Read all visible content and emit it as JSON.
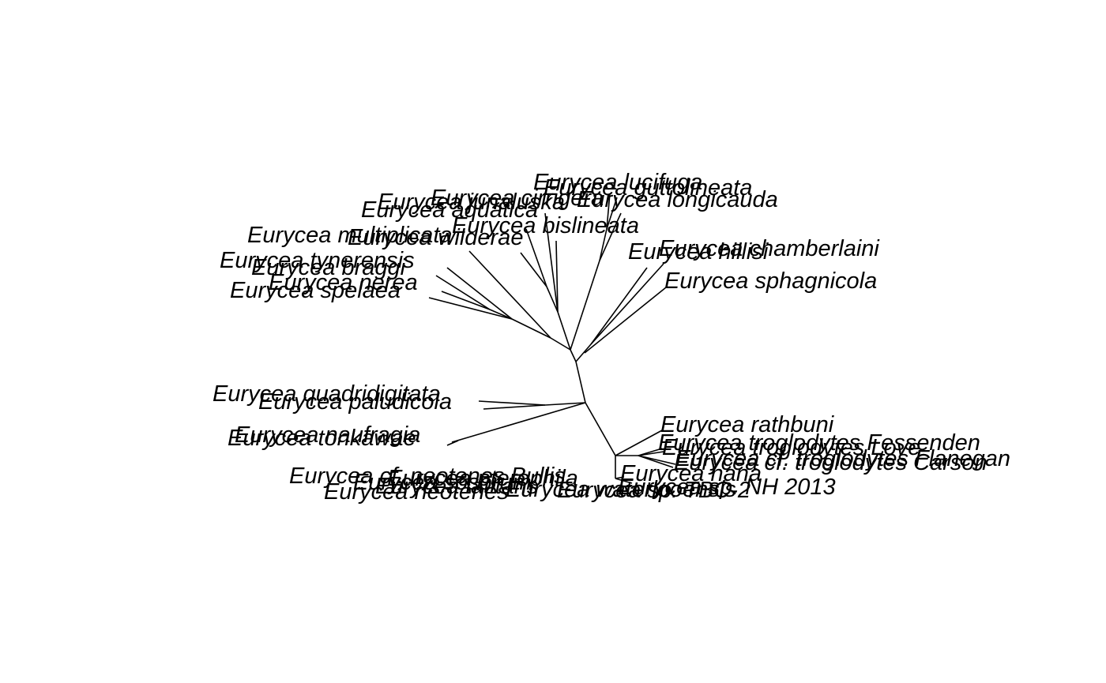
{
  "tree": {
    "line_color": "#000000",
    "label_color": "#000000",
    "tips": [
      "Eurycea lucifuga",
      "Eurycea guttolineata",
      "Eurycea longicauda",
      "Eurycea cirrigera",
      "Eurycea junaluska",
      "Eurycea aquatica",
      "Eurycea bislineata",
      "Eurycea multiplicata",
      "Eurycea wilderae",
      "Eurycea tynerensis",
      "Eurycea braggi",
      "Eurycea nerea",
      "Eurycea spelaea",
      "Eurycea chamberlaini",
      "Eurycea hillisi",
      "Eurycea sphagnicola",
      "Eurycea quadridigitata",
      "Eurycea paludicola",
      "Eurycea naufragia",
      "Eurycea tonkawae",
      "Eurycea rathbuni",
      "Eurycea troglodytes Fessenden",
      "Eurycea troglodytes Love",
      "Eurycea cf. troglodytes Flanegan",
      "Eurycea cf. troglodytes Carson",
      "Eurycea cf. neotenes Bullis",
      "Eurycea pterophila",
      "Eurycea sosorum",
      "Eurycea latitans",
      "Eurycea neotenes",
      "Eurycea nana",
      "Eurycea waterlooensis",
      "Eurycea sp. NH 2013",
      "Eurycea sp. TBC-2"
    ]
  }
}
